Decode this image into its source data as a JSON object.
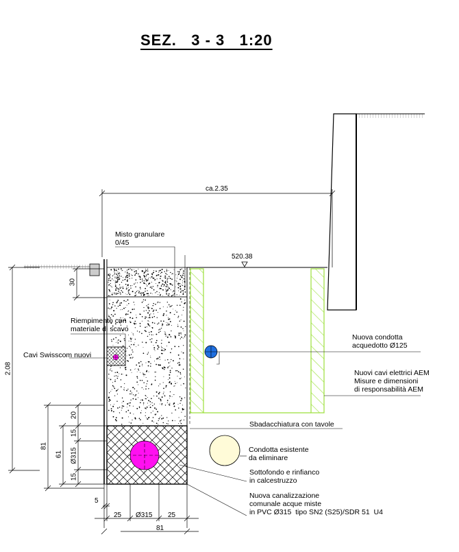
{
  "title": "SEZ.   3 - 3   1:20",
  "labels": {
    "misto_granulare_1": "Misto granulare",
    "misto_granulare_2": "0/45",
    "riempimento_1": "Riempimento con",
    "riempimento_2": "materiale di scavo",
    "cavi_swisscom": "Cavi Swisscom nuovi",
    "nuova_condotta_1": "Nuova condotta",
    "nuova_condotta_2": "acquedotto Ø125",
    "cavi_aem_1": "Nuovi cavi elettrici AEM",
    "cavi_aem_2": "Misure e dimensioni",
    "cavi_aem_3": "di responsabilità AEM",
    "sbadacchiatura": "Sbadacchiatura con tavole",
    "condotta_esistente_1": "Condotta esistente",
    "condotta_esistente_2": "da eliminare",
    "sottofondo_1": "Sottofondo e rinfianco",
    "sottofondo_2": "in calcestruzzo",
    "canalizzazione_1": "Nuova canalizzazione",
    "canalizzazione_2": "comunale acque miste",
    "canalizzazione_3": "in PVC Ø315  tipo SN2 (S25)/SDR 51  U4"
  },
  "dimensions": {
    "width_total": "ca.2.35",
    "elevation": "520.38",
    "depth_total": "2.08",
    "top_layer": "30",
    "bottom_block": "81",
    "pipe_zone": "61",
    "upper_gap": "20",
    "upper_bed": "15",
    "pipe_dia": "Ø315",
    "lower_bed": "15",
    "side_left": "25",
    "pipe_width": "Ø315",
    "side_right": "25",
    "wall_offset": "5",
    "bottom_width": "81"
  },
  "colors": {
    "green_hatch": "#9be03a",
    "pipe_blue": "#1f6fe0",
    "pipe_magenta": "#ff10f0",
    "existing_pipe": "#fffbd8"
  }
}
